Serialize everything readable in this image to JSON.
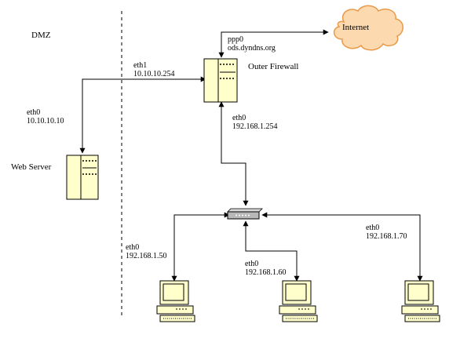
{
  "zones": {
    "dmz_label": "DMZ"
  },
  "cloud": {
    "label": "Internet",
    "fill": "#fdd9b0",
    "stroke": "#e89a4a"
  },
  "firewall": {
    "name": "Outer Firewall",
    "ppp0_iface": "ppp0",
    "ppp0_addr": "ods.dyndns.org",
    "eth1_iface": "eth1",
    "eth1_addr": "10.10.10.254",
    "eth0_iface": "eth0",
    "eth0_addr": "192.168.1.254"
  },
  "webserver": {
    "name": "Web Server",
    "eth0_iface": "eth0",
    "eth0_addr": "10.10.10.10"
  },
  "workstations": [
    {
      "iface": "eth0",
      "addr": "192.168.1.50"
    },
    {
      "iface": "eth0",
      "addr": "192.168.1.60"
    },
    {
      "iface": "eth0",
      "addr": "192.168.1.70"
    }
  ],
  "colors": {
    "device_fill": "#ffffcc",
    "hub_fill": "#b8b8b8",
    "line": "#000000"
  },
  "icons": {
    "server": "tower-server-icon",
    "hub": "network-hub-icon",
    "workstation": "desktop-computer-icon",
    "cloud": "cloud-icon"
  }
}
